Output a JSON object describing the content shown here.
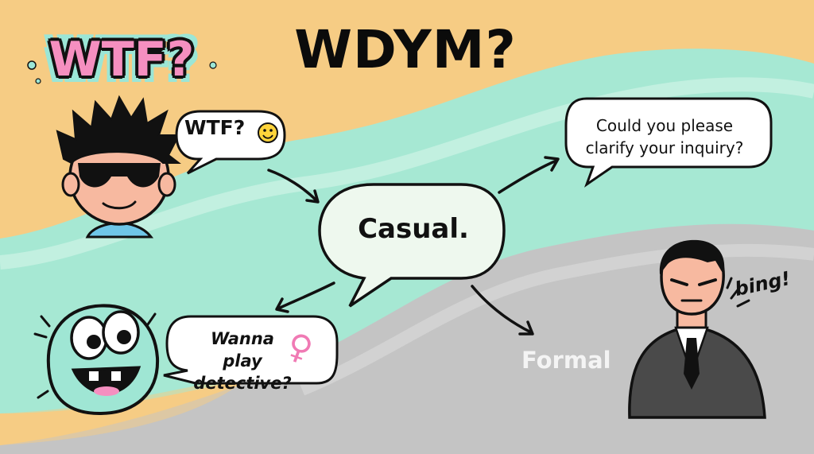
{
  "title": "WDYM?",
  "badge": "WTF?",
  "bubbles": {
    "wtf": "WTF?",
    "wtf_emoji": "smiley-face-icon",
    "formal_question_line1": "Could you please",
    "formal_question_line2": "clarify your inquiry?",
    "center": "Casual.",
    "detective_line1": "Wanna play",
    "detective_line2": "detective?",
    "detective_symbol": "♀"
  },
  "labels": {
    "formal": "Formal",
    "bing": "bing!"
  },
  "colors": {
    "background_top": "#f6cc84",
    "wave_mint": "#a6e8d3",
    "wave_grey": "#c4c4c4",
    "badge_pink": "#f58fc0",
    "monster": "#9fe6d4",
    "ink": "#111111"
  },
  "icons": [
    "sunglasses-kid-icon",
    "monster-icon",
    "businessman-icon",
    "arrow-icon"
  ]
}
